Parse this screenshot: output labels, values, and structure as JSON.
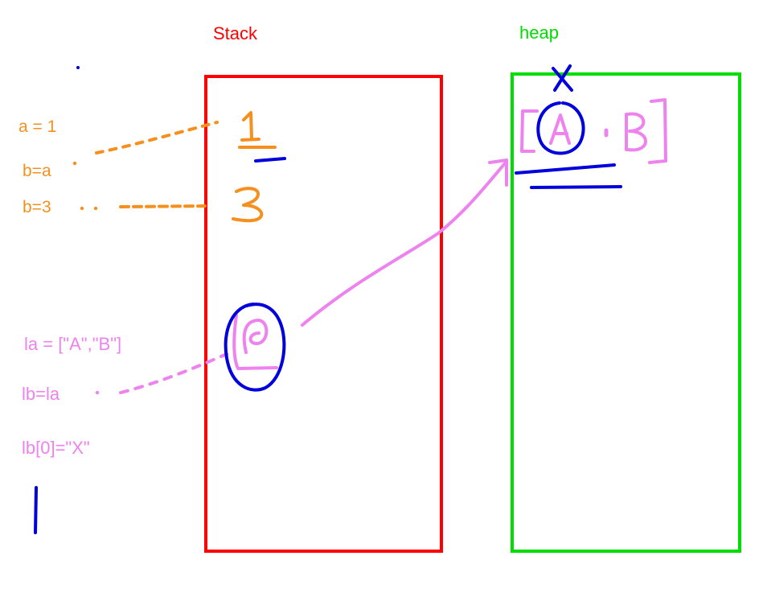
{
  "titles": {
    "stack": "Stack",
    "heap": "heap"
  },
  "code": {
    "a": "a = 1",
    "b_assign": "b=a",
    "b_reassign": "b=3",
    "la": "la = [\"A\",\"B\"]",
    "lb": "lb=la",
    "lb_index": "lb[0]=\"X\""
  },
  "colors": {
    "stack": "#ff0000",
    "heap": "#00dd00",
    "scalar": "#f5901e",
    "list": "#ee82ee",
    "annotation": "#0000dd"
  }
}
